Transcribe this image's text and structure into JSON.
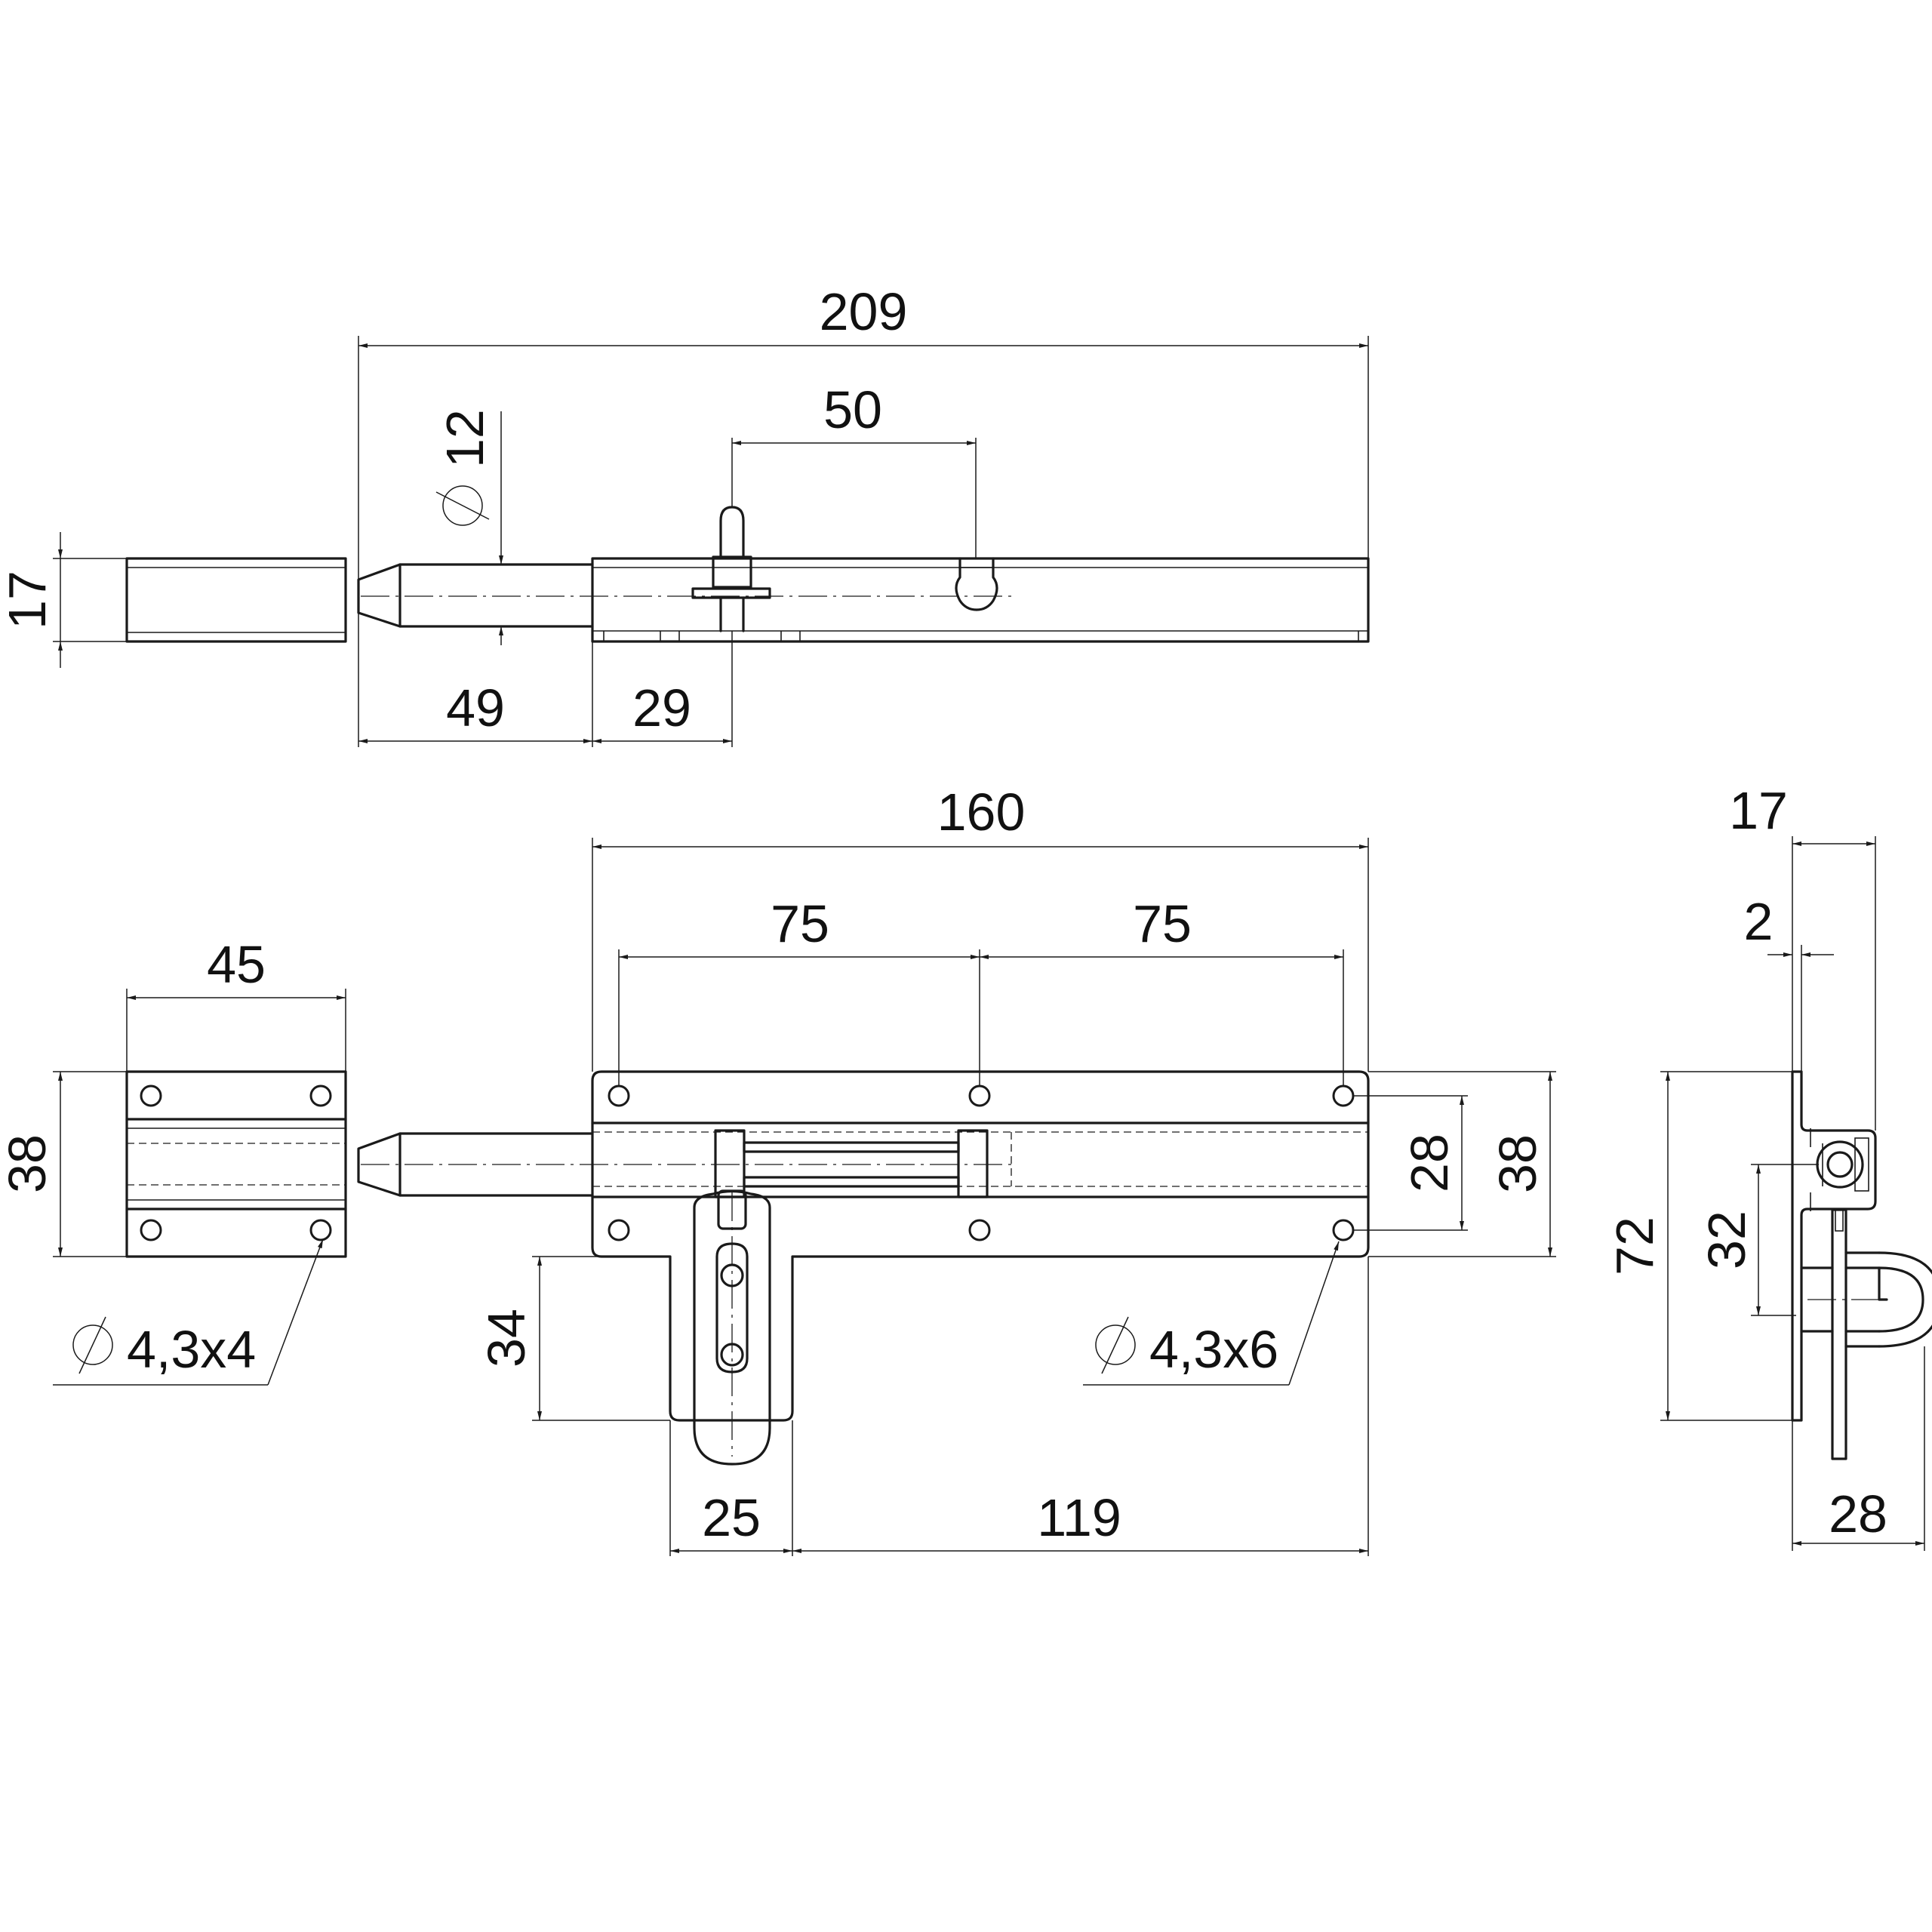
{
  "top_view": {
    "dim_overall": "209",
    "dim_bolt_diameter": "12",
    "dim_bolt_travel": "50",
    "dim_keeper_height": "17",
    "dim_bolt_projection": "49",
    "dim_knob_offset": "29"
  },
  "front_view": {
    "dim_keeper_width": "45",
    "dim_keeper_height": "38",
    "dim_keeper_holes": "4,3x4",
    "dim_body_length": "160",
    "dim_hole_spacing_left": "75",
    "dim_hole_spacing_right": "75",
    "dim_hole_row_spacing": "28",
    "dim_body_height": "38",
    "dim_body_holes": "4,3x6",
    "dim_hasp_drop": "34",
    "dim_hasp_width": "25",
    "dim_hasp_offset": "119"
  },
  "side_view": {
    "dim_depth_total": "17",
    "dim_plate_thickness": "2",
    "dim_total_height": "72",
    "dim_bolt_center_height": "32",
    "dim_depth_with_hasp": "28"
  },
  "diameter_symbol": "∅"
}
